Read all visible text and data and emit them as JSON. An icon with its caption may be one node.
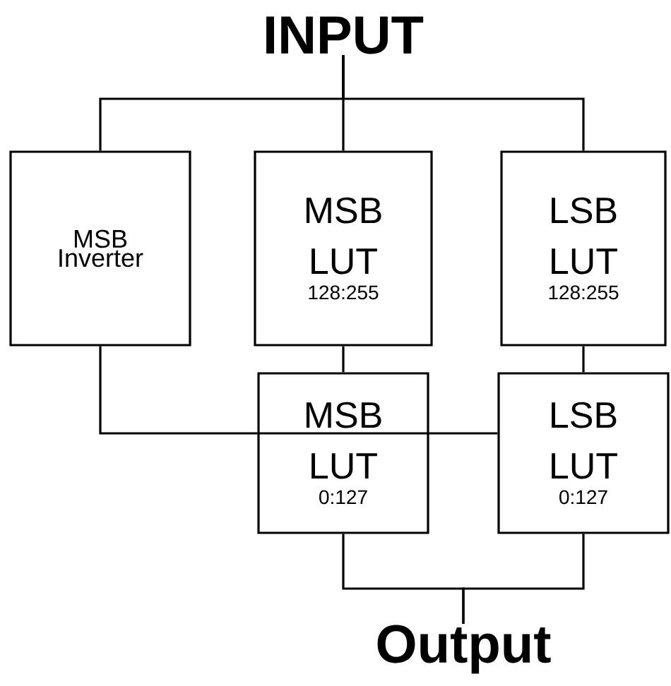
{
  "diagram": {
    "nodes": [
      {
        "text": [
          "INPUT"
        ]
      },
      {
        "text": [
          "MSB Inverter"
        ]
      },
      {
        "text": [
          "MSB LUT",
          "128:255"
        ]
      },
      {
        "text": [
          "LSB LUT",
          "128:255"
        ]
      },
      {
        "text": [
          "MSB LUT",
          "0:127"
        ]
      },
      {
        "text": [
          "LSB LUT",
          "0:127"
        ]
      },
      {
        "text": [
          "Output"
        ]
      }
    ],
    "edges": [
      {
        "from": 0,
        "to": 1,
        "arrow": "none"
      },
      {
        "from": 0,
        "to": 2,
        "arrow": "none"
      },
      {
        "from": 0,
        "to": 3,
        "arrow": "none"
      },
      {
        "from": 2,
        "to": 4,
        "arrow": "none"
      },
      {
        "from": 3,
        "to": 5,
        "arrow": "none"
      },
      {
        "from": 1,
        "to": 4,
        "arrow": "none"
      },
      {
        "from": 4,
        "to": 5,
        "arrow": "none"
      },
      {
        "from": 4,
        "to": 6,
        "arrow": "none"
      },
      {
        "from": 5,
        "to": 6,
        "arrow": "none"
      }
    ]
  }
}
